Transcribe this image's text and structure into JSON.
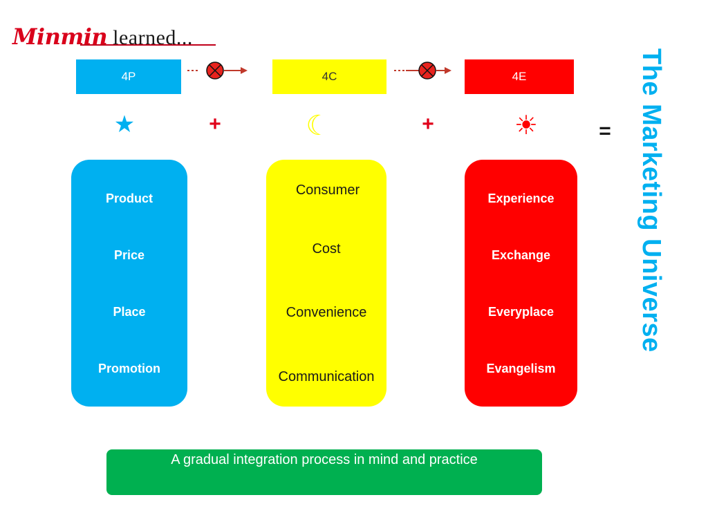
{
  "logo": {
    "main": "Minmin",
    "sub": "learned..."
  },
  "headers": [
    {
      "label": "4P",
      "color": "#00b0f0"
    },
    {
      "label": "4C",
      "color": "#ffff00"
    },
    {
      "label": "4E",
      "color": "#ff0000"
    }
  ],
  "symbols": {
    "star": "★",
    "moon": "☾",
    "sun": "☀",
    "plus_1": "+",
    "plus_2": "+",
    "equals": "="
  },
  "columns": {
    "blue": [
      "Product",
      "Price",
      "Place",
      "Promotion"
    ],
    "yellow": [
      "Consumer",
      "Cost",
      "Convenience",
      "Communication"
    ],
    "red": [
      "Experience",
      "Exchange",
      "Everyplace",
      "Evangelism"
    ]
  },
  "title": "The Marketing Universe",
  "footer": "A gradual integration process in mind and practice",
  "colors": {
    "blue": "#00b0f0",
    "yellow": "#ffff00",
    "red": "#ff0000",
    "green": "#00b050",
    "logo_red": "#d9001b"
  }
}
